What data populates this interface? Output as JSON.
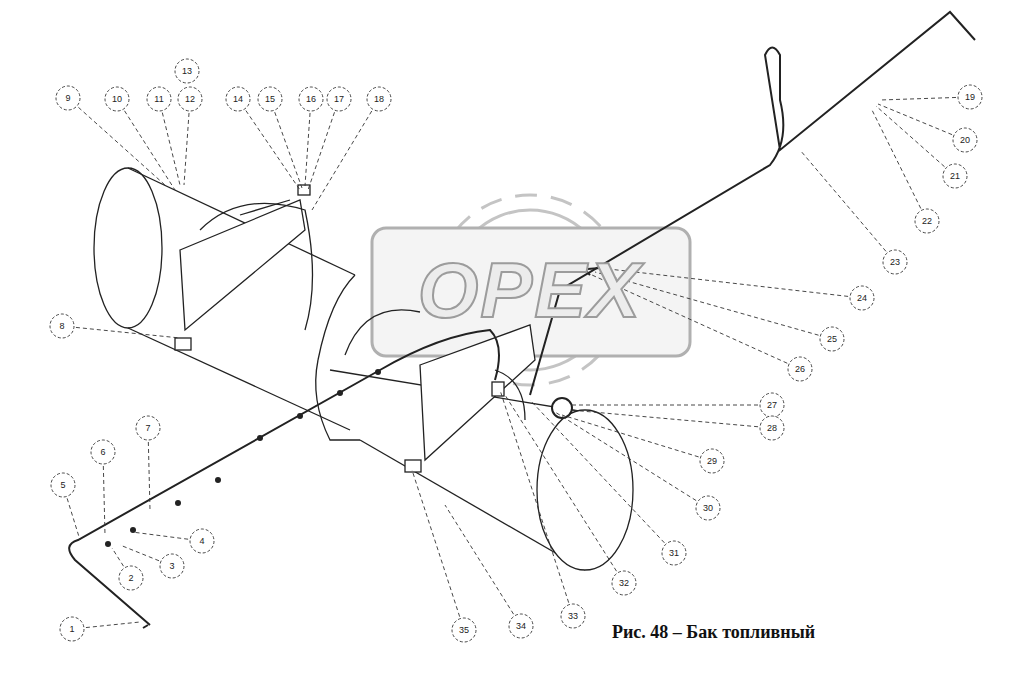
{
  "diagram": {
    "caption": "Рис. 48 – Бак топливный",
    "labels": [
      "1",
      "2",
      "3",
      "4",
      "5",
      "6",
      "7",
      "8",
      "9",
      "10",
      "11",
      "12",
      "13",
      "14",
      "15",
      "16",
      "17",
      "18",
      "19",
      "20",
      "21",
      "22",
      "23",
      "24",
      "25",
      "26",
      "27",
      "28",
      "29",
      "30",
      "31",
      "32",
      "33",
      "34",
      "35",
      "OPEX"
    ]
  }
}
